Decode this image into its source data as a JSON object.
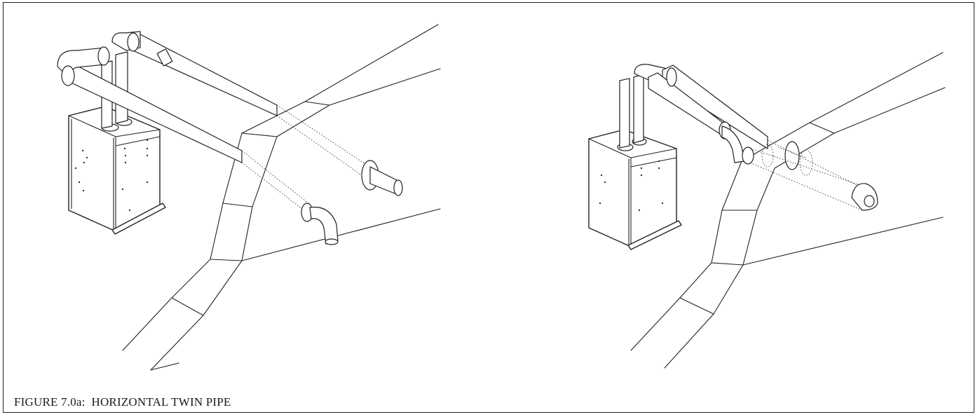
{
  "figure": {
    "caption": "FIGURE 7.0a:  HORIZONTAL TWIN PIPE"
  },
  "colors": {
    "line": "#222222",
    "background": "#ffffff"
  },
  "views": [
    {
      "name": "twin-pipe-separate-terminals"
    },
    {
      "name": "twin-pipe-concentric-terminal"
    }
  ]
}
